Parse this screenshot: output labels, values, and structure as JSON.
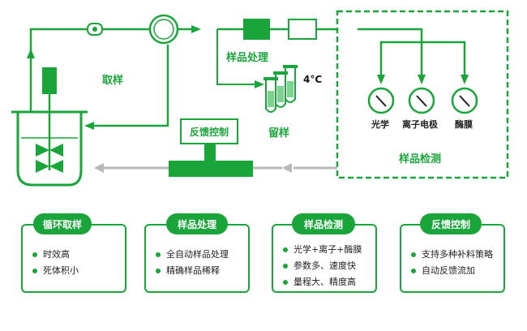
{
  "diagram": {
    "sampling_label": "取样",
    "sample_processing_label": "样品处理",
    "retain_sample_label": "留样",
    "temperature_label": "4°C",
    "feedback_control_label": "反馈控制",
    "sample_detection_label": "样品检测",
    "detectors": [
      {
        "label": "光学"
      },
      {
        "label": "离子电极"
      },
      {
        "label": "酶膜"
      }
    ]
  },
  "cards": [
    {
      "title": "循环取样",
      "items": [
        "时效高",
        "死体积小"
      ]
    },
    {
      "title": "样品处理",
      "items": [
        "全自动样品处理",
        "精确样品稀释"
      ]
    },
    {
      "title": "样品检测",
      "items": [
        "光学+离子+酶膜",
        "参数多、速度快",
        "量程大、精度高"
      ]
    },
    {
      "title": "反馈控制",
      "items": [
        "支持多种补料策略",
        "自动反馈流加"
      ]
    }
  ],
  "colors": {
    "accent": "#1aa53a",
    "return_line": "#b8b8b8"
  }
}
